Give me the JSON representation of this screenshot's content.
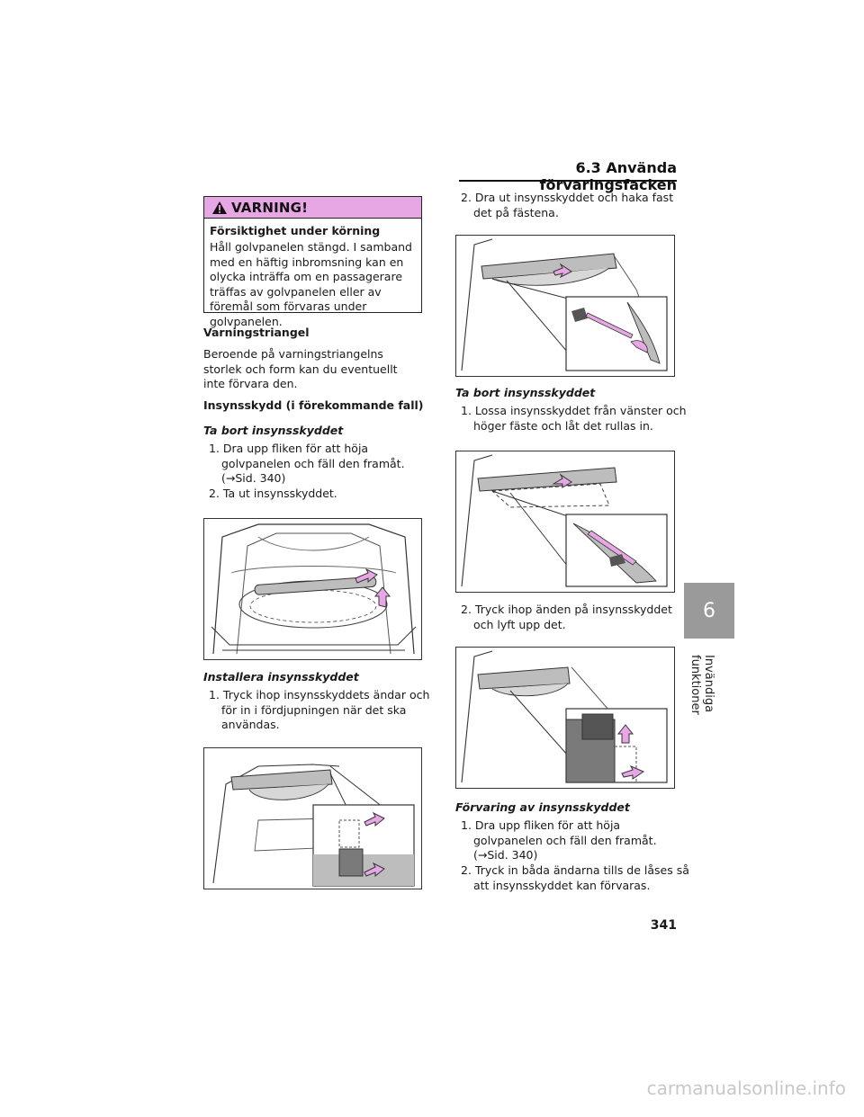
{
  "header": {
    "section_title": "6.3 Använda förvaringsfacken"
  },
  "warning": {
    "label": "VARNING!",
    "subtitle": "Försiktighet under körning",
    "text": "Håll golvpanelen stängd. I samband med en häftig inbromsning kan en olycka inträffa om en passagerare träffas av golvpanelen eller av föremål som förvaras under golvpanelen."
  },
  "left": {
    "triangle_heading": "Varningstriangel",
    "triangle_text": "Beroende på varningstriangelns storlek och form kan du eventuellt inte förvara den.",
    "cover_heading": "Insynsskydd (i förekommande fall)",
    "remove_heading": "Ta bort insynsskyddet",
    "remove_step1": "1. Dra upp fliken för att höja golvpanelen och fäll den framåt. (→Sid. 340)",
    "remove_step2": "2. Ta ut insynsskyddet.",
    "install_heading": "Installera insynsskyddet",
    "install_step1": "1. Tryck ihop insynsskyddets ändar och för in i fördjupningen när det ska användas."
  },
  "right": {
    "install_step2": "2. Dra ut insynsskyddet och haka fast det på fästena.",
    "remove_heading": "Ta bort insynsskyddet",
    "remove_step1": "1. Lossa insynsskyddet från vänster och höger fäste och låt det rullas in.",
    "remove_step2": "2. Tryck ihop änden på insynsskyddet och lyft upp det.",
    "storage_heading": "Förvaring av insynsskyddet",
    "storage_step1": "1. Dra upp fliken för att höja golvpanelen och fäll den framåt. (→Sid. 340)",
    "storage_step2": "2. Tryck in båda ändarna tills de låses så att insynsskyddet kan förvaras."
  },
  "side_tab": {
    "number": "6",
    "label": "Invändiga funktioner"
  },
  "page_number": "341",
  "footer": "carmanualsonline.info",
  "colors": {
    "accent_pink": "#e7a6e4",
    "tab_gray": "#9a9a9a"
  }
}
